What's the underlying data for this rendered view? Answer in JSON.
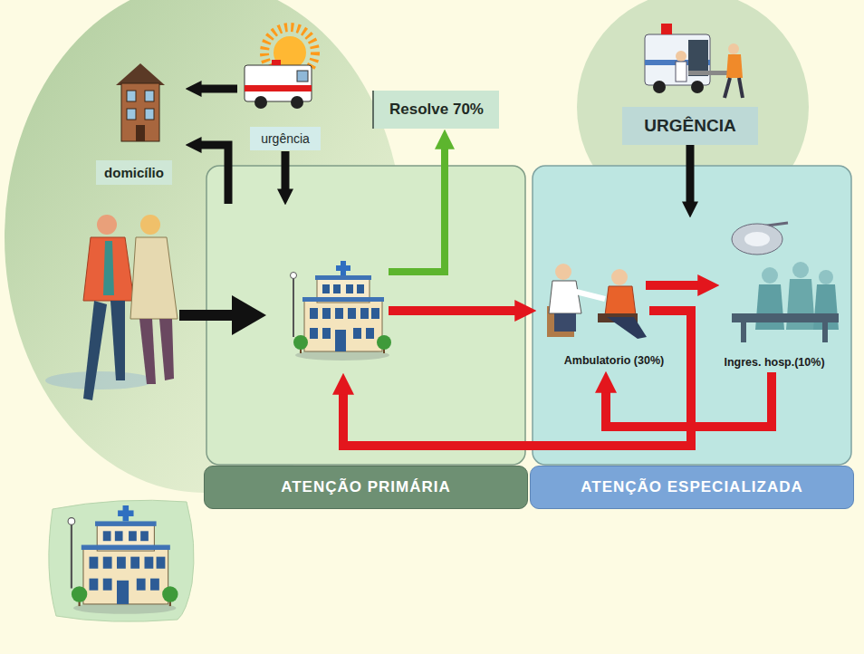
{
  "diagram": {
    "nodes": [
      {
        "text": [
          "domicílio"
        ]
      },
      {
        "text": [
          "urgência"
        ]
      },
      {
        "text": [
          "Resolve 70%"
        ]
      },
      {
        "text": [
          "URGÊNCIA"
        ]
      },
      {
        "text": [
          "ATENÇÃO PRIMÁRIA"
        ]
      },
      {
        "text": [
          "ATENÇÃO ESPECIALIZADA"
        ]
      },
      {
        "text": [
          "Ambulatorio (30%)"
        ],
        "in": 5
      },
      {
        "text": [
          "Ingres. hosp.(10%)"
        ],
        "in": 5
      }
    ],
    "edges": [
      {
        "from": 1,
        "to": 4,
        "arrow": "to"
      },
      {
        "from": 1,
        "to": 0,
        "arrow": "to"
      },
      {
        "from": 4,
        "to": 0,
        "arrow": "to"
      },
      {
        "from": 4,
        "to": 2,
        "arrow": "to"
      },
      {
        "from": 4,
        "to": 6,
        "arrow": "to"
      },
      {
        "from": 6,
        "to": 7,
        "arrow": "to"
      },
      {
        "from": 7,
        "to": 6,
        "arrow": "to"
      },
      {
        "from": 6,
        "to": 4,
        "arrow": "to"
      },
      {
        "from": 3,
        "to": 5,
        "arrow": "to"
      }
    ]
  }
}
